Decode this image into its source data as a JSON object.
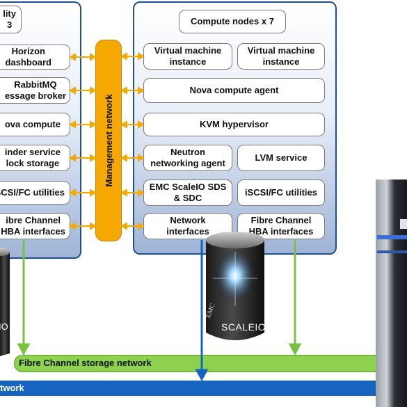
{
  "left_panel": {
    "title_box": "lity\n3",
    "items": [
      "Horizon\ndashboard",
      "RabbitMQ\nessage broker",
      "ova compute",
      "inder service\nlock storage",
      "SCSI/FC utilities",
      "ibre Channel\nHBA interfaces"
    ]
  },
  "compute_panel": {
    "title": "Compute nodes x 7",
    "vm1": "Virtual machine\ninstance",
    "vm2": "Virtual machine\ninstance",
    "nova_agent": "Nova compute agent",
    "kvm": "KVM hypervisor",
    "neutron": "Neutron\nnetworking agent",
    "lvm": "LVM service",
    "scaleio_sds": "EMC ScaleIO SDS\n& SDC",
    "iscsi": "iSCSI/FC utilities",
    "net_if": "Network\ninterfaces",
    "fc_hba": "Fibre Channel\nHBA interfaces"
  },
  "management_network": "Management network",
  "fc_network": "Fibre Channel storage network",
  "bottom_network": "twork",
  "scaleio": {
    "brand": "EMC",
    "name": "SCALEIO",
    "left_fragment": "IO"
  },
  "colors": {
    "panel_border": "#1f4f8f",
    "management": "#f5a800",
    "fc_green": "#8dd14f",
    "network_blue": "#1565c0"
  }
}
